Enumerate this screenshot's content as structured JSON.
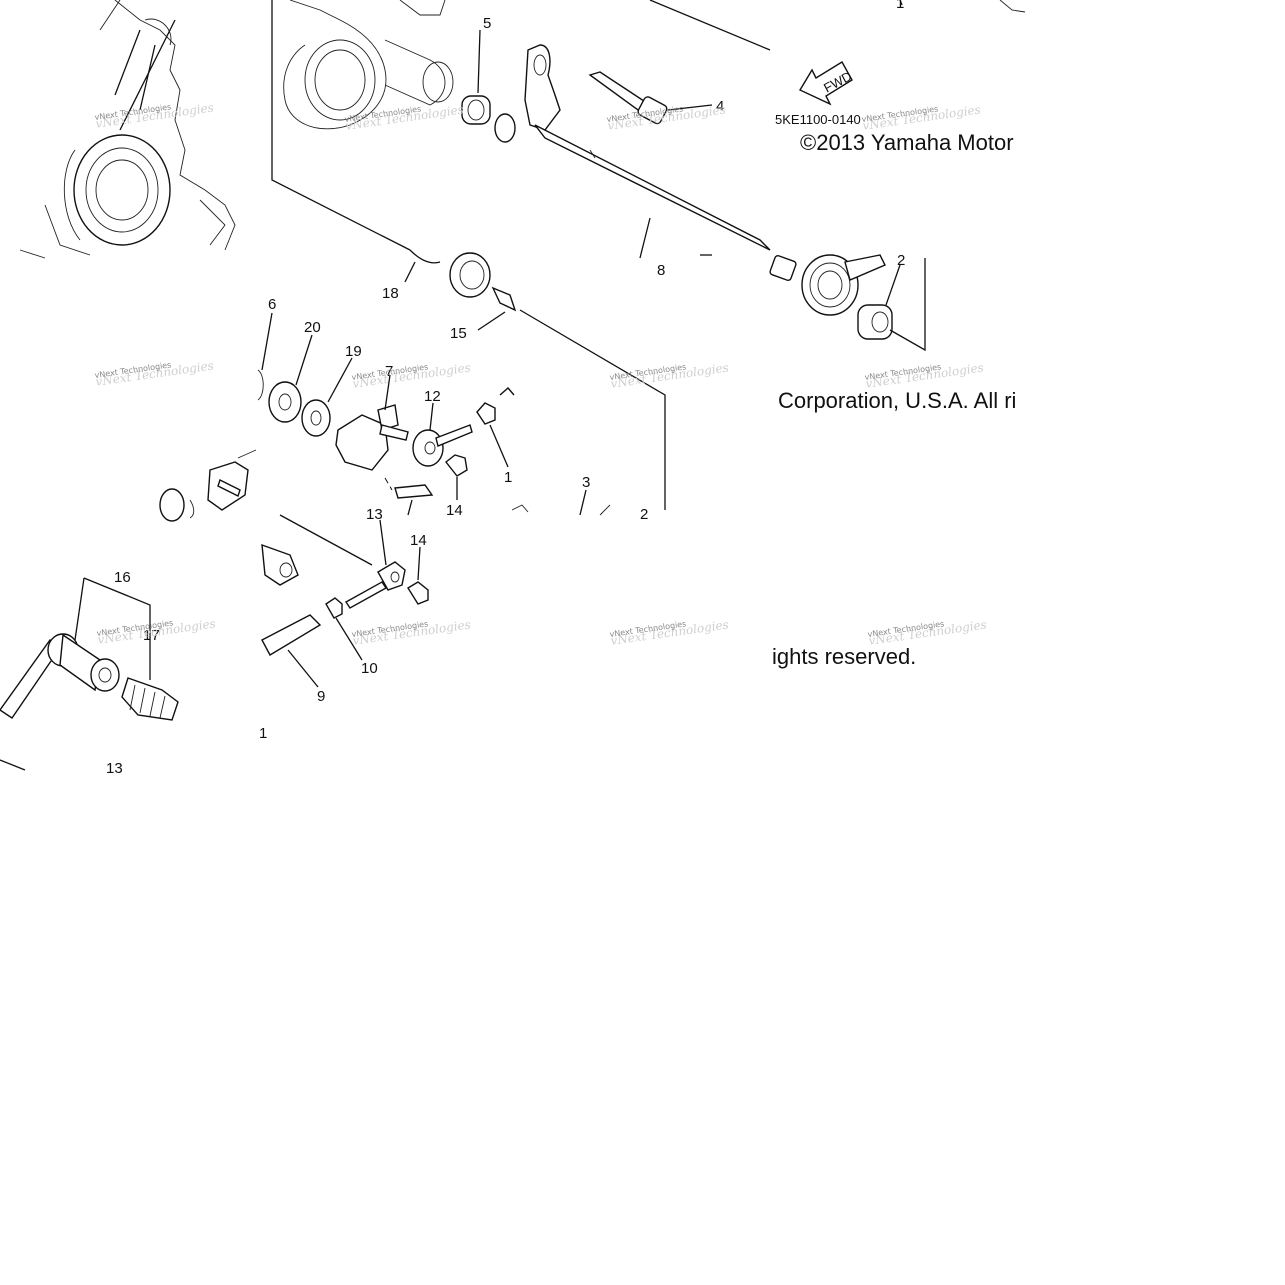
{
  "diagram": {
    "code": "5KE1100-0140",
    "copyright_1": "©2013 Yamaha Motor",
    "copyright_2": "Corporation, U.S.A. All ri",
    "copyright_3": "ights reserved.",
    "fwd": "FWD",
    "watermark_1": "vNext Technologies",
    "watermark_2": "vNext Technologies",
    "callouts": {
      "c1_top": "1",
      "c5": "5",
      "c4": "4",
      "c8": "8",
      "c2_top": "2",
      "c18": "18",
      "c15": "15",
      "c6": "6",
      "c20": "20",
      "c19": "19",
      "c7": "7",
      "c12": "12",
      "c1_mid": "1",
      "c3": "3",
      "c2_mid": "2",
      "c14_a": "14",
      "c13_upper": "13",
      "c14_b": "14",
      "c16": "16",
      "c17": "17",
      "c10": "10",
      "c9": "9",
      "c1_low": "1",
      "c13": "13"
    }
  }
}
